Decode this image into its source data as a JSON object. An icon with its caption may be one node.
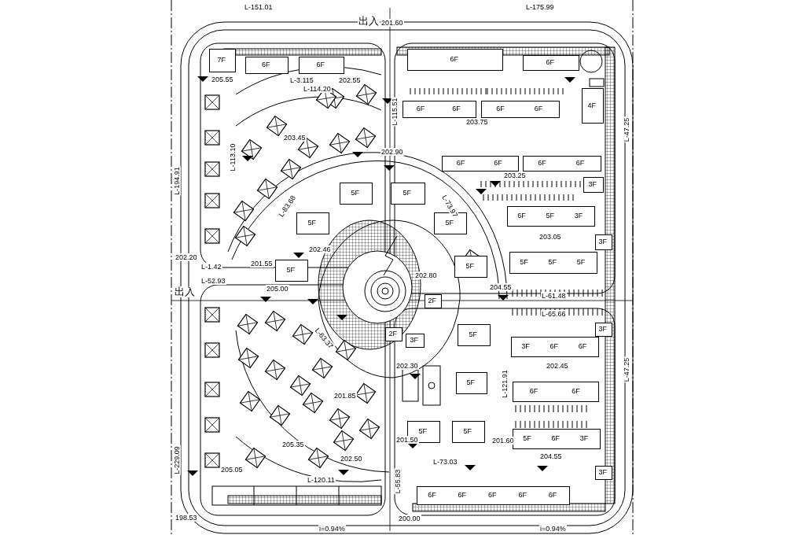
{
  "diagram": {
    "nodes": [
      {
        "text": [
          "7F"
        ]
      },
      {
        "text": [
          "6F"
        ]
      },
      {
        "text": [
          "6F"
        ]
      },
      {
        "text": [
          "6F"
        ]
      },
      {
        "text": [
          "6F"
        ]
      },
      {
        "text": [
          "4F"
        ]
      },
      {
        "text": [
          "6F",
          "6F"
        ]
      },
      {
        "text": [
          "6F",
          "6F"
        ]
      },
      {
        "text": [
          "6F",
          "6F"
        ]
      },
      {
        "text": [
          "6F",
          "6F"
        ]
      },
      {
        "text": [
          "3F"
        ]
      },
      {
        "text": [
          "6F",
          "5F",
          "3F"
        ]
      },
      {
        "text": [
          "3F"
        ]
      },
      {
        "text": [
          "5F",
          "5F",
          "5F"
        ]
      },
      {
        "text": [
          "5F"
        ]
      },
      {
        "text": [
          "5F"
        ]
      },
      {
        "text": [
          "5F"
        ]
      },
      {
        "text": [
          "5F"
        ]
      },
      {
        "text": [
          "5F"
        ]
      },
      {
        "text": [
          "5F"
        ]
      },
      {
        "text": [
          "5F"
        ]
      },
      {
        "text": [
          "5F"
        ]
      },
      {
        "text": [
          "5F"
        ]
      },
      {
        "text": [
          "5F"
        ]
      },
      {
        "text": [
          "2F"
        ]
      },
      {
        "text": [
          "2F"
        ]
      },
      {
        "text": [
          "3F"
        ]
      },
      {
        "text": [
          "3F",
          "6F",
          "6F"
        ]
      },
      {
        "text": [
          "3F"
        ]
      },
      {
        "text": [
          "6F",
          "6F"
        ]
      },
      {
        "text": [
          "5F",
          "6F",
          "3F"
        ]
      },
      {
        "text": [
          "3F"
        ]
      },
      {
        "text": [
          "6F",
          "6F",
          "6F",
          "6F",
          "6F"
        ]
      }
    ],
    "labels": [
      "L-151.01",
      "L-175.99",
      "出入",
      "201.60",
      "205.55",
      "L-3.115",
      "202.55",
      "L-114.20",
      "L-113.10",
      "L-194.91",
      "203.45",
      "202.90",
      "L-115.51",
      "203.75",
      "203.25",
      "L-47.25",
      "L-83.68",
      "L-73.97",
      "202.20",
      "L-1.42",
      "L-52.93",
      "出入",
      "201.55",
      "202.46",
      "205.00",
      "L-63.37",
      "202.80",
      "203.05",
      "204.55",
      "L-61.48",
      "L-65.66",
      "202.45",
      "L-121.91",
      "L-47.25",
      "202.30",
      "201.50",
      "201.60",
      "204.55",
      "L-73.03",
      "L-55.83",
      "200.00",
      "i=0.94%",
      "i=0.94%",
      "L-229.09",
      "198.53",
      "202.50",
      "L-120.11",
      "205.05",
      "201.85",
      "205.35"
    ]
  }
}
